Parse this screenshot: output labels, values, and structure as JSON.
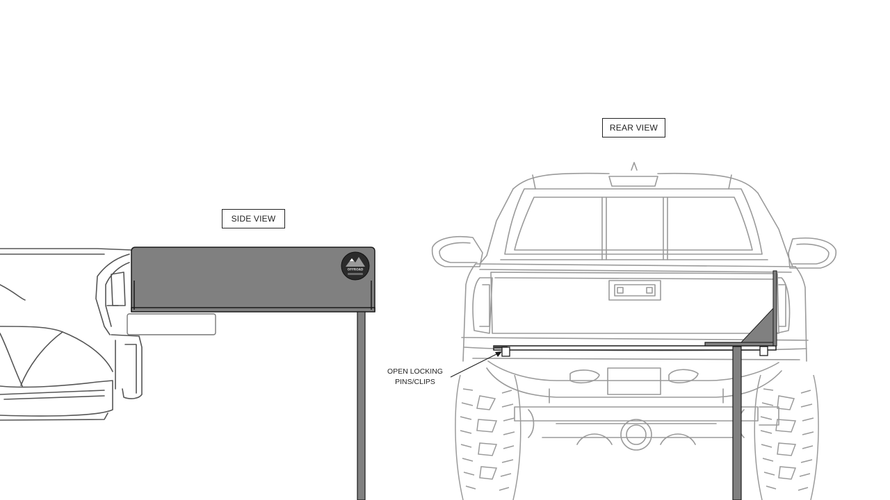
{
  "labels": {
    "side_view": "SIDE VIEW",
    "rear_view": "REAR VIEW"
  },
  "callout": {
    "line1": "OPEN LOCKING",
    "line2": "PINS/CLIPS"
  },
  "logo": {
    "brand_text": "OFFROAD",
    "icon": "mountain-logo-icon"
  },
  "colors": {
    "tent_fill": "#808080",
    "outline": "#1a1a1a",
    "truck_line": "#9a9a9a",
    "background": "#ffffff"
  }
}
